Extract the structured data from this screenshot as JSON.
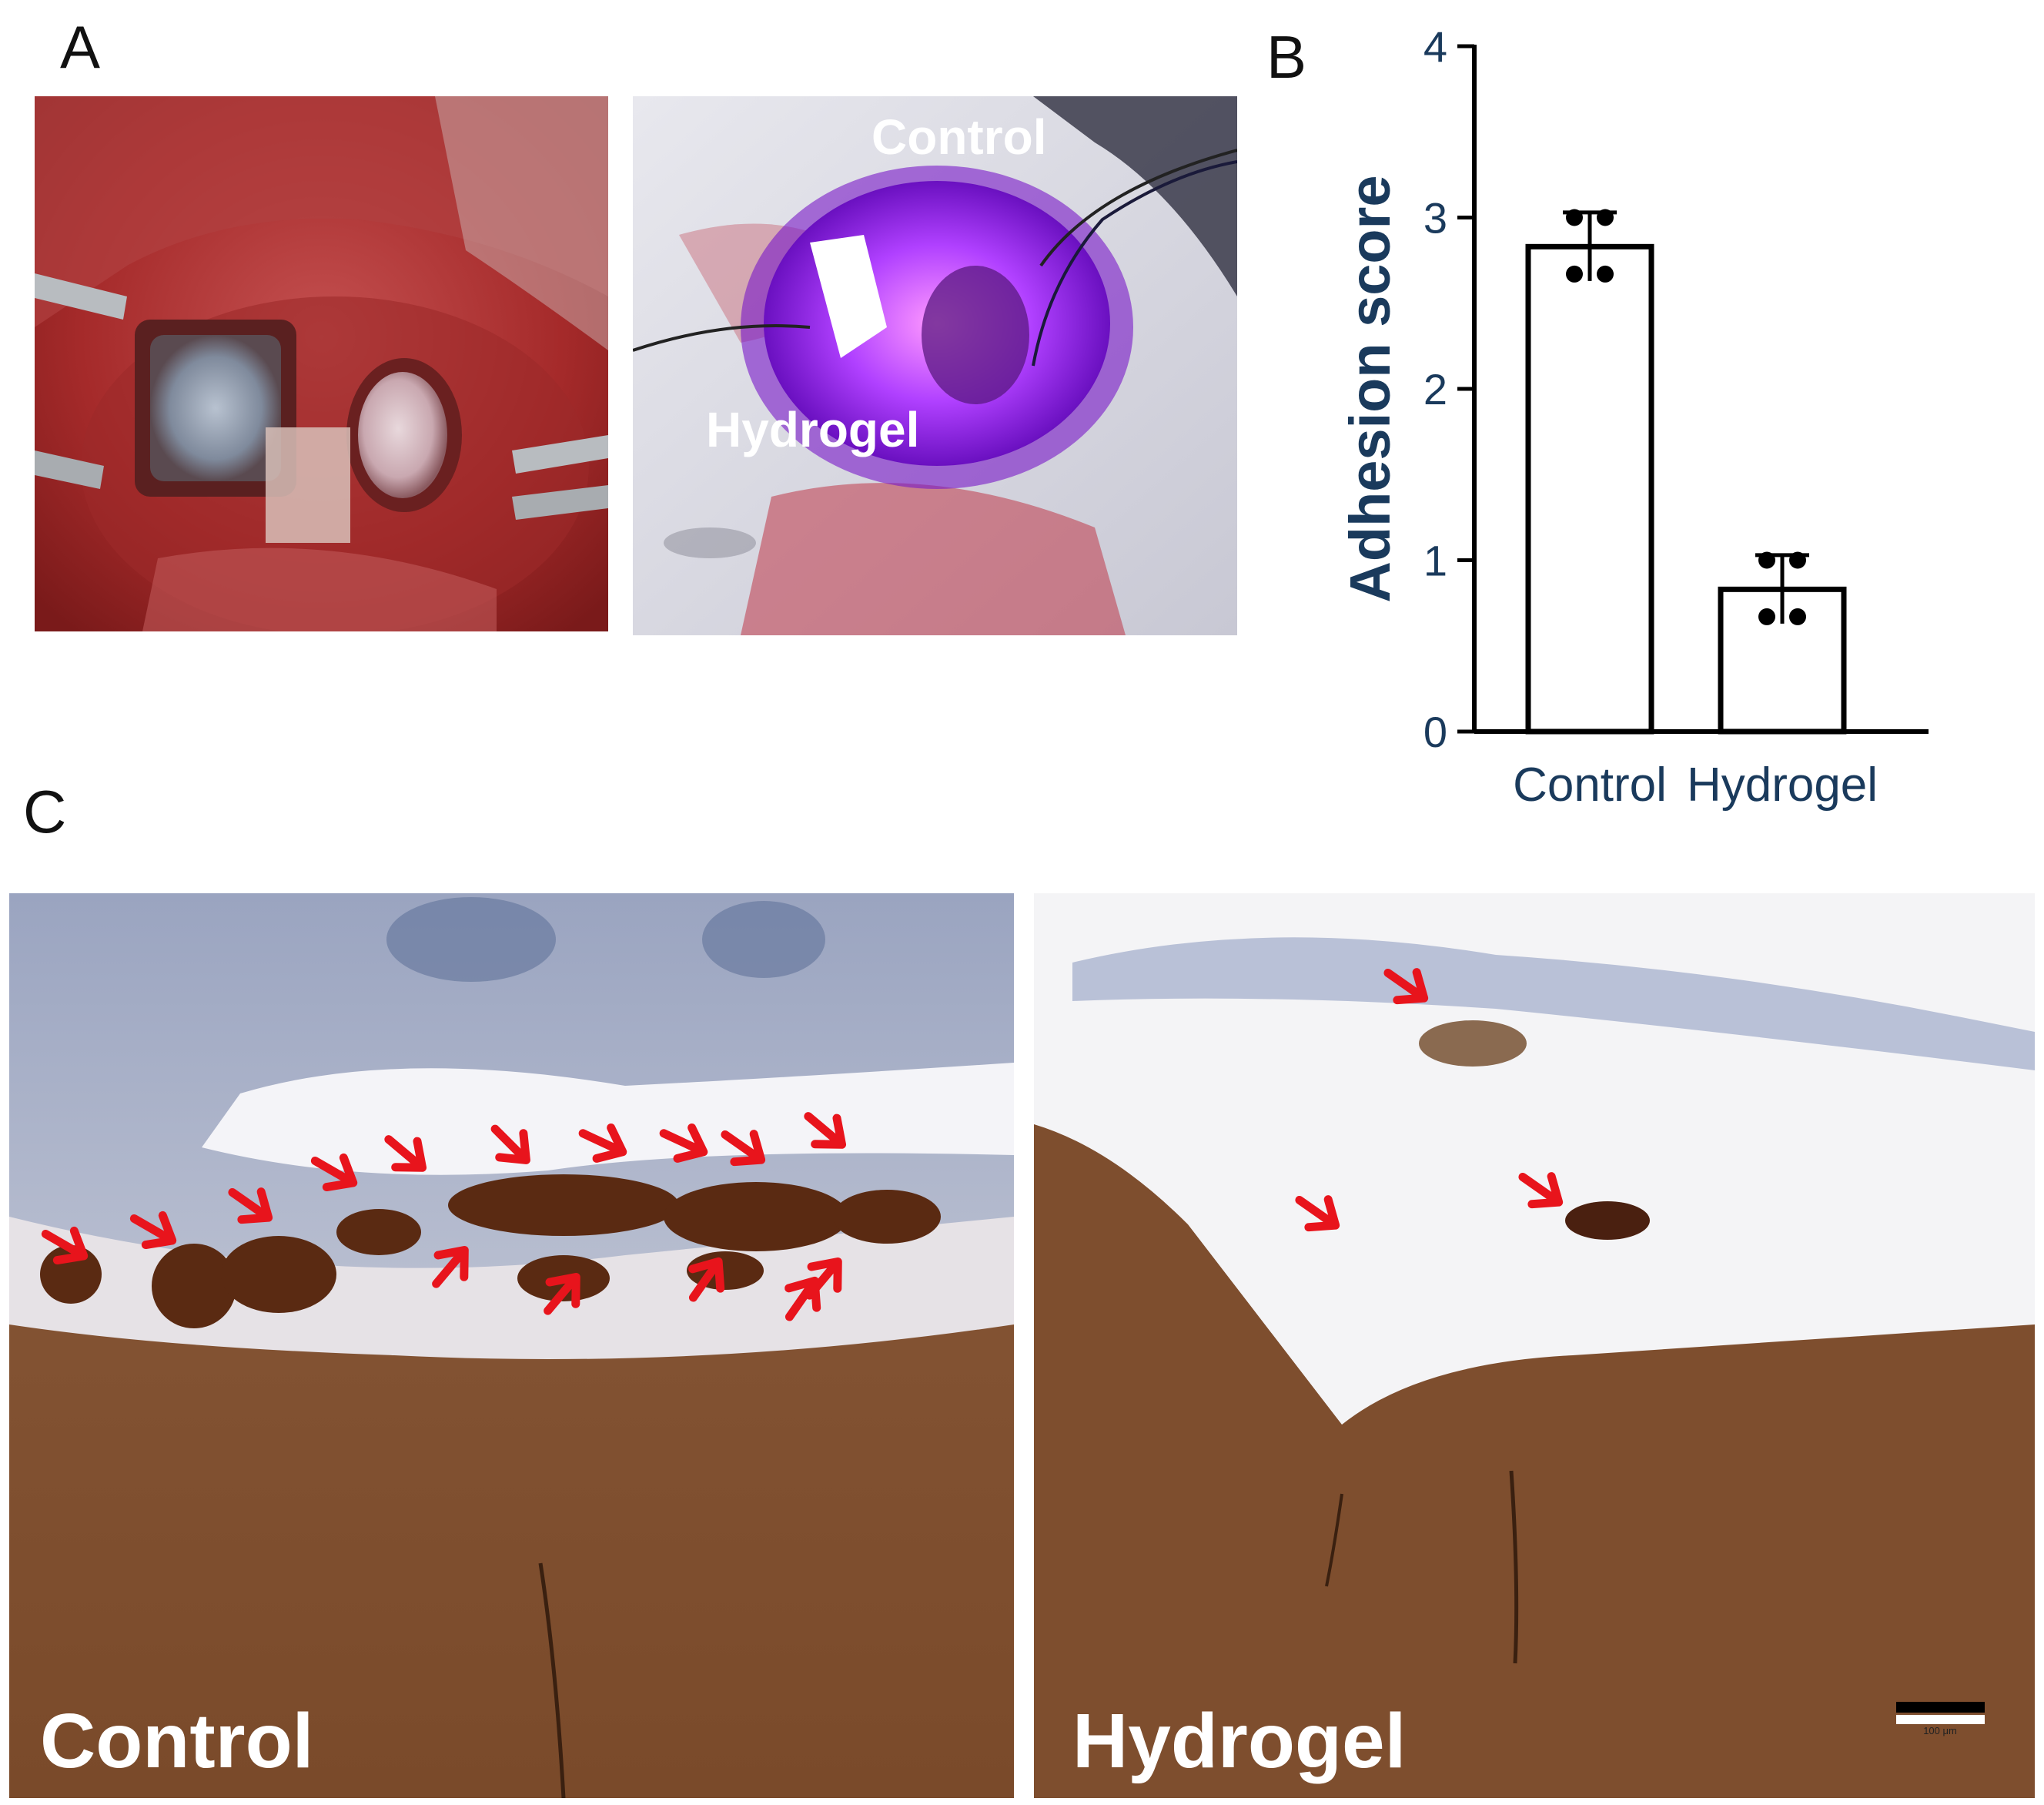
{
  "figure": {
    "panel_labels": {
      "a": "A",
      "b": "B",
      "c": "C"
    },
    "panel_a": {
      "photo_surgery": {
        "description_icon": "surgical-site-photo"
      },
      "photo_uv": {
        "labels": {
          "control": "Control",
          "hydrogel": "Hydrogel"
        }
      }
    },
    "panel_c": {
      "control_section": {
        "label": "Control",
        "arrow_count": 15
      },
      "hydrogel_section": {
        "label": "Hydrogel",
        "arrow_count": 3,
        "scale_bar_text": "100 μm"
      }
    },
    "colors": {
      "arrow": "#e8141c",
      "axis_label": "#1a3a5c",
      "tick_label": "#1a3a5c",
      "bar_edge": "#000000",
      "uv_glow": "#9b30ff"
    }
  },
  "chart_data": {
    "type": "bar",
    "categories": [
      "Control",
      "Hydrogel"
    ],
    "values": [
      2.83,
      0.83
    ],
    "errors": [
      0.2,
      0.2
    ],
    "points": [
      [
        3.0,
        3.0,
        2.67,
        2.67
      ],
      [
        1.0,
        1.0,
        0.67,
        0.67
      ]
    ],
    "ylabel": "Adhesion score",
    "ylim": [
      0,
      4
    ],
    "yticks": [
      "0",
      "1",
      "2",
      "3",
      "4"
    ],
    "grid": false
  }
}
